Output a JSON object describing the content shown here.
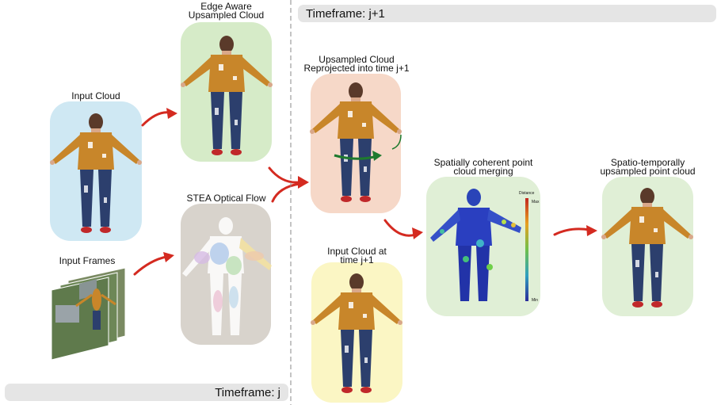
{
  "labels": {
    "input_cloud": "Input Cloud",
    "edge_aware_line1": "Edge Aware",
    "edge_aware_line2": "Upsampled Cloud",
    "input_frames": "Input Frames",
    "stea_flow": "STEA Optical Flow",
    "reprojected_line1": "Upsampled Cloud",
    "reprojected_line2": "Reprojected into time j+1",
    "input_cloud_j1_line1": "Input Cloud at",
    "input_cloud_j1_line2": "time j+1",
    "merging_line1": "Spatially coherent point",
    "merging_line2": "cloud merging",
    "output_line1": "Spatio-temporally",
    "output_line2": "upsampled point cloud"
  },
  "timeframes": {
    "current": "Timeframe: j",
    "next": "Timeframe: j+1"
  },
  "colorbar": {
    "title": "Distance",
    "max": "Max",
    "min": "Min"
  },
  "colors": {
    "input_cloud_panel": "#cfe8f3",
    "edge_aware_panel": "#d6ebc8",
    "stea_flow_panel": "#d8d3cc",
    "reprojected_panel": "#f6d8c8",
    "input_cloud_j1_panel": "#fbf6c4",
    "merging_panel": "#e0efd6",
    "output_panel": "#e0efd6",
    "arrow": "#d42a20",
    "rotation_arrow": "#1e7a2e",
    "jacket": "#c8862a",
    "jeans": "#2c3f6d"
  }
}
